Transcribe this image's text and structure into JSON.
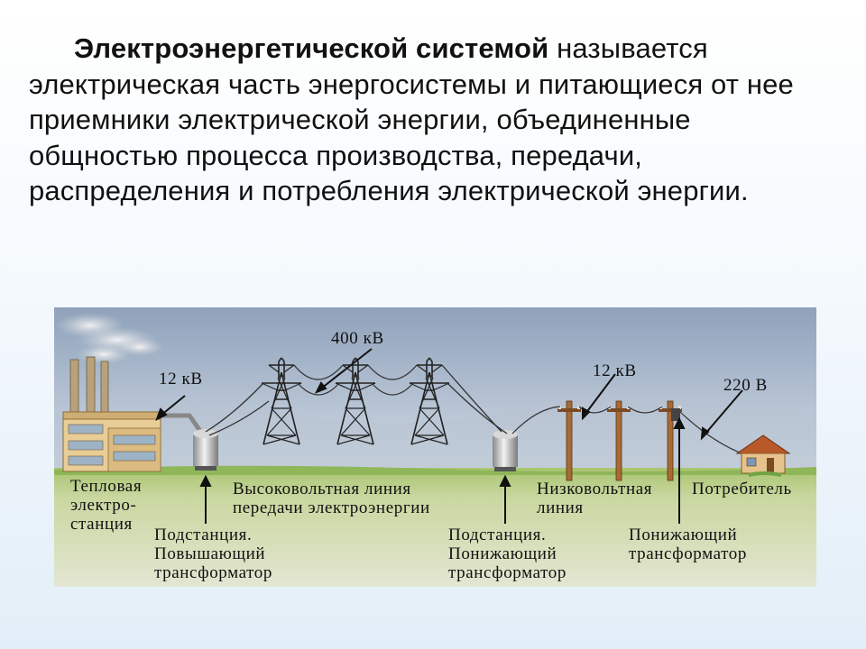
{
  "definition": {
    "term": "Электроэнергетической системой",
    "rest": "называется электрическая часть энергосистемы и питающиеся от нее приемники электрической энергии, объединенные общностью процесса производства, передачи, распределения и потребления электрической энергии."
  },
  "diagram": {
    "voltage_labels": {
      "plant": "12 кВ",
      "high_line": "400 кВ",
      "low_line": "12 кВ",
      "consumer": "220 В"
    },
    "labels": {
      "plant": [
        "Тепловая",
        "электро-",
        "станция"
      ],
      "step_up_substation": [
        "Подстанция.",
        "Повышающий",
        "трансформатор"
      ],
      "high_voltage_line": [
        "Высоковольтная линия",
        "передачи электроэнергии"
      ],
      "step_down_substation": [
        "Подстанция.",
        "Понижающий",
        "трансформатор"
      ],
      "low_voltage_line": [
        "Низковольтная",
        "линия"
      ],
      "step_down_transformer": [
        "Понижающий",
        "трансформатор"
      ],
      "consumer": "Потребитель"
    },
    "colors": {
      "sky_top": "#8fa2bb",
      "sky_bottom": "#cdd7e3",
      "ground": "#c9d7a0",
      "grass": "#8fb75a",
      "plant_wall": "#e9cd96",
      "pole": "#a86a34",
      "roof": "#b8592a"
    }
  }
}
